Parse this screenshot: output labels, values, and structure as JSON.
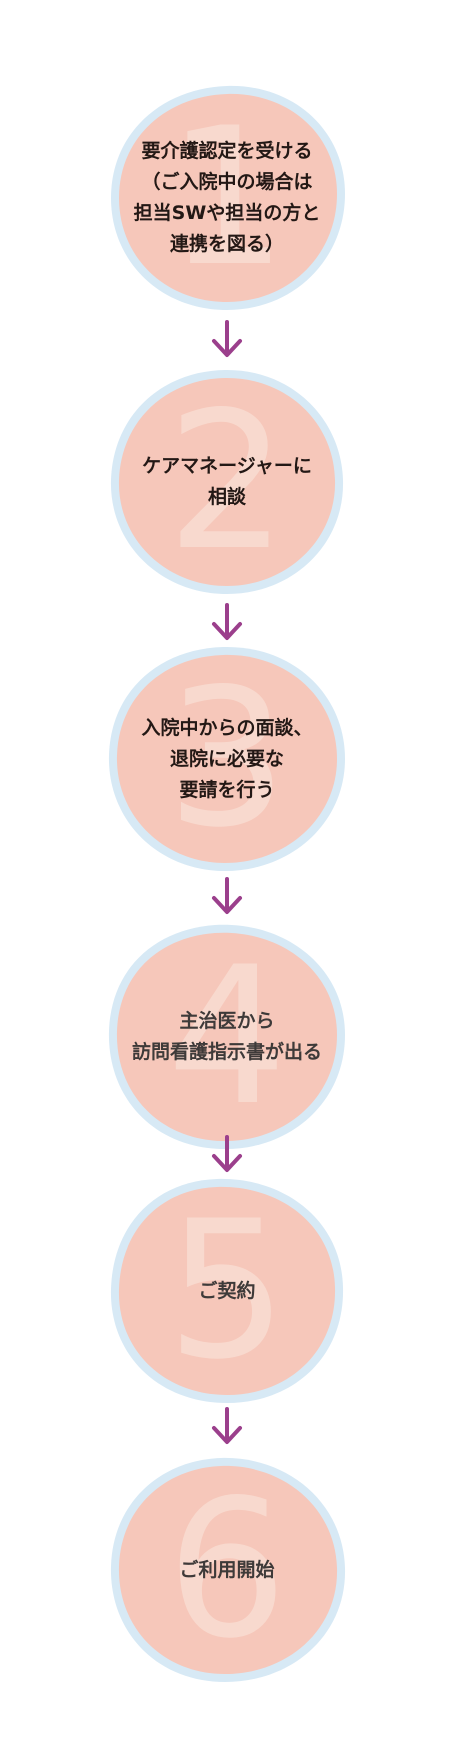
{
  "colors": {
    "circle_fill": "#f6c7ba",
    "circle_border": "#d7e9f5",
    "numeral": "#f9ddd2",
    "arrow": "#9b3f8c",
    "text": "#231815"
  },
  "steps": [
    {
      "number": "1",
      "label": "要介護認定を受ける\n（ご入院中の場合は\n担当SWや担当の方と\n連携を図る）"
    },
    {
      "number": "2",
      "label": "ケアマネージャーに\n相談"
    },
    {
      "number": "3",
      "label": "入院中からの面談、\n退院に必要な\n要請を行う"
    },
    {
      "number": "4",
      "label": "主治医から\n訪問看護指示書が出る"
    },
    {
      "number": "5",
      "label": "ご契約"
    },
    {
      "number": "6",
      "label": "ご利用開始"
    }
  ],
  "arrow_icon": "arrow-down-icon"
}
